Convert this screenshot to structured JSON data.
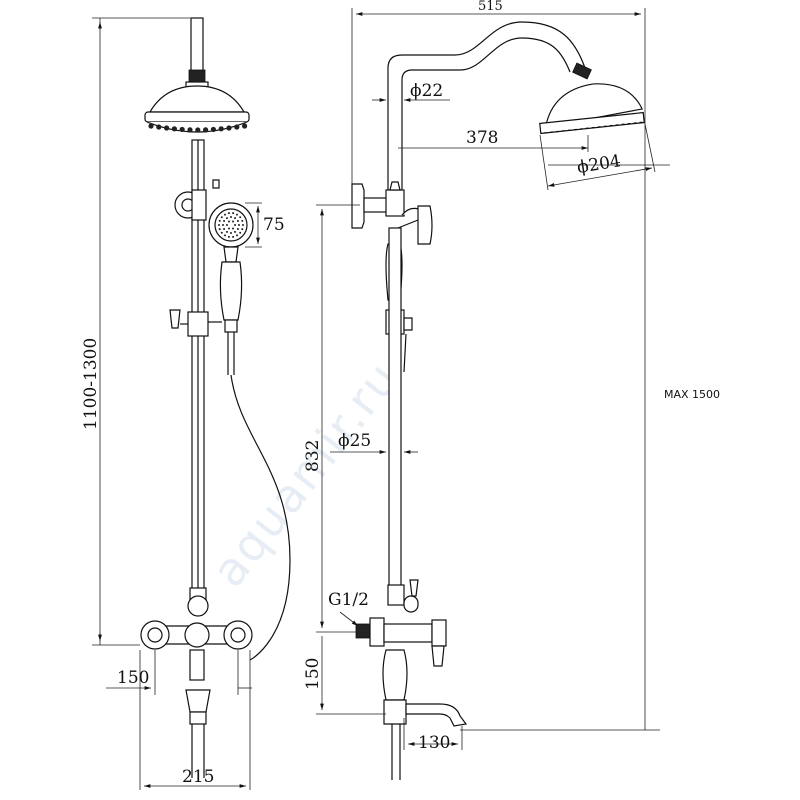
{
  "watermark": "aquamir.ru",
  "front_view": {
    "height_range": "1100-1300",
    "handshower_diameter": "75",
    "mixer_center_distance": "150",
    "mixer_total_width": "215"
  },
  "side_view": {
    "total_reach": "515",
    "arm_diameter": "ϕ22",
    "head_reach": "378",
    "head_diameter": "ϕ204",
    "bar_height": "832",
    "bar_diameter": "ϕ25",
    "inlet_thread": "G1/2",
    "inlet_height": "150",
    "spout_length": "130",
    "max_height": "MAX 1500"
  }
}
